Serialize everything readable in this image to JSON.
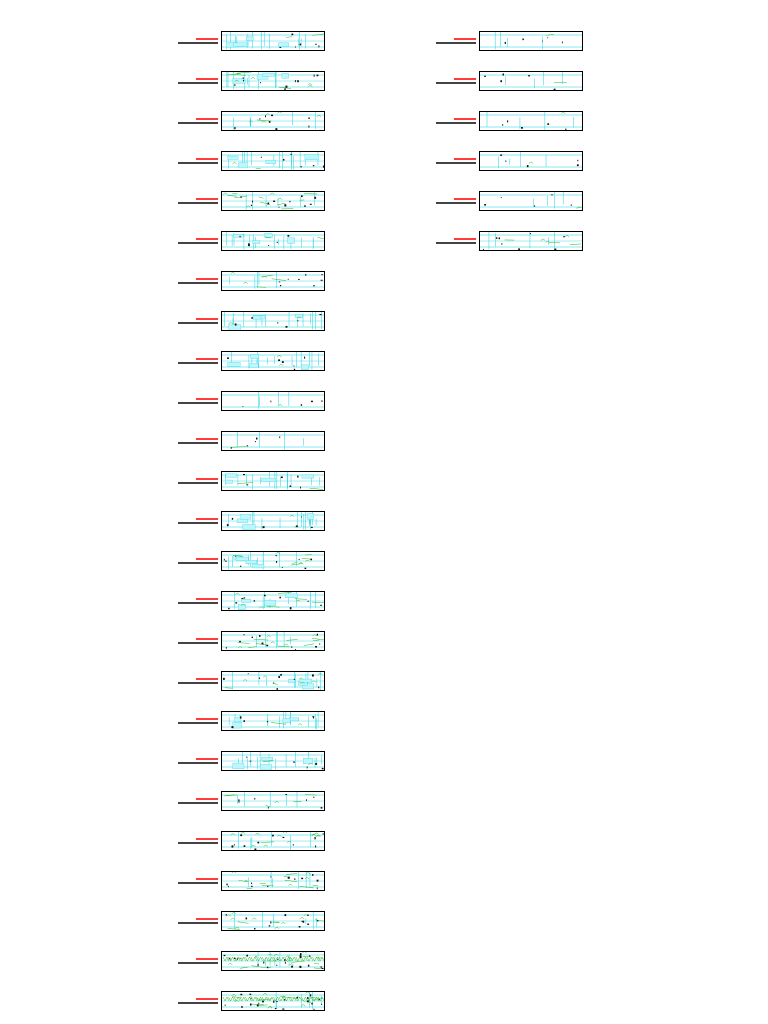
{
  "document": {
    "title": "",
    "left_column": {
      "sheets": [
        {
          "label": {
            "title": "",
            "sub": ""
          },
          "style": "cyan"
        },
        {
          "label": {
            "title": "",
            "sub": ""
          },
          "style": "mixed"
        },
        {
          "label": {
            "title": "",
            "sub": ""
          },
          "style": "light"
        },
        {
          "label": {
            "title": "",
            "sub": ""
          },
          "style": "cyan"
        },
        {
          "label": {
            "title": "",
            "sub": ""
          },
          "style": "green"
        },
        {
          "label": {
            "title": "",
            "sub": ""
          },
          "style": "cyan"
        },
        {
          "label": {
            "title": "",
            "sub": ""
          },
          "style": "light"
        },
        {
          "label": {
            "title": "",
            "sub": ""
          },
          "style": "cyan"
        },
        {
          "label": {
            "title": "",
            "sub": ""
          },
          "style": "cyan"
        },
        {
          "label": {
            "title": "",
            "sub": ""
          },
          "style": "sparse"
        },
        {
          "label": {
            "title": "",
            "sub": ""
          },
          "style": "sparse"
        },
        {
          "label": {
            "title": "",
            "sub": ""
          },
          "style": "cyan"
        },
        {
          "label": {
            "title": "",
            "sub": ""
          },
          "style": "cyan"
        },
        {
          "label": {
            "title": "",
            "sub": ""
          },
          "style": "mixed"
        },
        {
          "label": {
            "title": "",
            "sub": ""
          },
          "style": "mixed"
        },
        {
          "label": {
            "title": "",
            "sub": ""
          },
          "style": "green"
        },
        {
          "label": {
            "title": "",
            "sub": ""
          },
          "style": "mixed"
        },
        {
          "label": {
            "title": "",
            "sub": ""
          },
          "style": "cyan"
        },
        {
          "label": {
            "title": "",
            "sub": ""
          },
          "style": "cyan"
        },
        {
          "label": {
            "title": "",
            "sub": ""
          },
          "style": "light"
        },
        {
          "label": {
            "title": "",
            "sub": ""
          },
          "style": "green"
        },
        {
          "label": {
            "title": "",
            "sub": ""
          },
          "style": "green"
        },
        {
          "label": {
            "title": "",
            "sub": ""
          },
          "style": "green"
        },
        {
          "label": {
            "title": "",
            "sub": ""
          },
          "style": "dense"
        },
        {
          "label": {
            "title": "",
            "sub": ""
          },
          "style": "dense"
        }
      ]
    },
    "right_column": {
      "sheets": [
        {
          "label": {
            "title": "",
            "sub": ""
          },
          "style": "sparse"
        },
        {
          "label": {
            "title": "",
            "sub": ""
          },
          "style": "sparse"
        },
        {
          "label": {
            "title": "",
            "sub": ""
          },
          "style": "sparse"
        },
        {
          "label": {
            "title": "",
            "sub": ""
          },
          "style": "sparse"
        },
        {
          "label": {
            "title": "",
            "sub": ""
          },
          "style": "sparse"
        },
        {
          "label": {
            "title": "",
            "sub": ""
          },
          "style": "light"
        }
      ]
    }
  },
  "colors": {
    "label_title": "#ff2a2a",
    "label_sub": "#222222",
    "frame": "#000000",
    "cyan_line": "#19d3e6",
    "green_line": "#22bb22",
    "dark_mark": "#111111"
  }
}
